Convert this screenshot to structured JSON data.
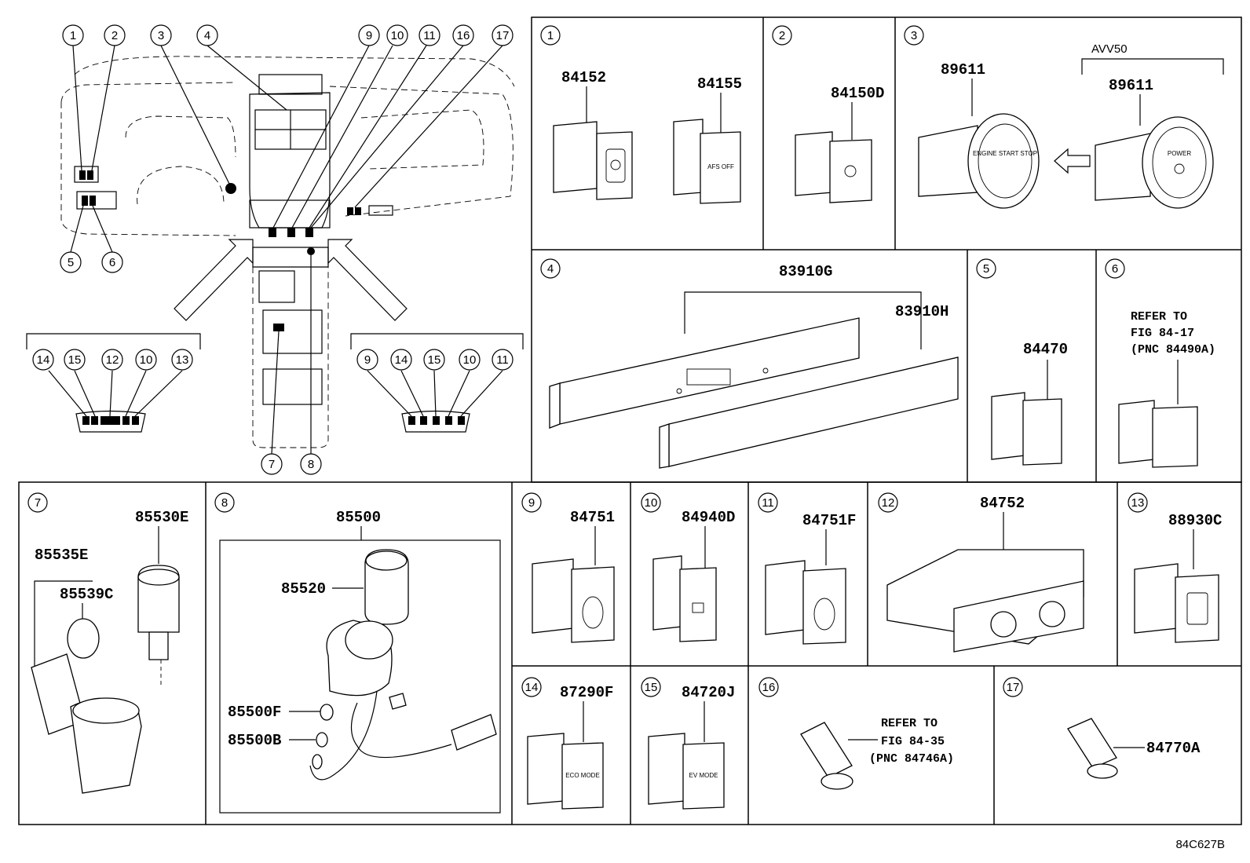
{
  "callouts": [
    "1",
    "2",
    "3",
    "4",
    "5",
    "6",
    "7",
    "8",
    "9",
    "10",
    "11",
    "12",
    "13",
    "14",
    "15",
    "16",
    "17"
  ],
  "overview": {
    "left_strip": [
      "14",
      "15",
      "12",
      "10",
      "13"
    ],
    "right_strip": [
      "9",
      "14",
      "15",
      "10",
      "11"
    ]
  },
  "panels": {
    "p1": {
      "num": "1",
      "parts": [
        "84152",
        "84155"
      ],
      "afs_text": "AFS OFF"
    },
    "p2": {
      "num": "2",
      "parts": [
        "84150D"
      ]
    },
    "p3": {
      "num": "3",
      "parts": [
        "89611",
        "89611"
      ],
      "variant": "AVV50",
      "button1": "ENGINE START STOP",
      "button2": "POWER"
    },
    "p4": {
      "num": "4",
      "parts": [
        "83910G",
        "83910H"
      ]
    },
    "p5": {
      "num": "5",
      "parts": [
        "84470"
      ]
    },
    "p6": {
      "num": "6",
      "ref": [
        "REFER TO",
        "FIG 84-17",
        "(PNC 84490A)"
      ]
    },
    "p7": {
      "num": "7",
      "parts": [
        "85530E",
        "85535E",
        "85539C"
      ]
    },
    "p8": {
      "num": "8",
      "parts": [
        "85500",
        "85520",
        "85500F",
        "85500B"
      ]
    },
    "p9": {
      "num": "9",
      "parts": [
        "84751"
      ]
    },
    "p10": {
      "num": "10",
      "parts": [
        "84940D"
      ]
    },
    "p11": {
      "num": "11",
      "parts": [
        "84751F"
      ]
    },
    "p12": {
      "num": "12",
      "parts": [
        "84752"
      ]
    },
    "p13": {
      "num": "13",
      "parts": [
        "88930C"
      ]
    },
    "p14": {
      "num": "14",
      "parts": [
        "87290F"
      ],
      "button": "ECO MODE"
    },
    "p15": {
      "num": "15",
      "parts": [
        "84720J"
      ],
      "button": "EV MODE"
    },
    "p16": {
      "num": "16",
      "ref": [
        "REFER TO",
        "FIG 84-35",
        "(PNC 84746A)"
      ]
    },
    "p17": {
      "num": "17",
      "parts": [
        "84770A"
      ]
    }
  },
  "figure_code": "84C627B"
}
